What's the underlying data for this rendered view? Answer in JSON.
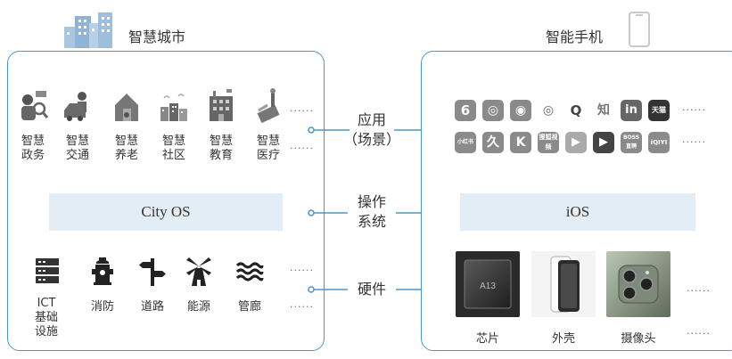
{
  "city": {
    "title": "智慧城市",
    "os_label": "City OS",
    "apps": [
      {
        "icon": "government-icon",
        "line1": "智慧",
        "line2": "政务"
      },
      {
        "icon": "traffic-icon",
        "line1": "智慧",
        "line2": "交通"
      },
      {
        "icon": "elderly-care-icon",
        "line1": "智慧",
        "line2": "养老"
      },
      {
        "icon": "community-icon",
        "line1": "智慧",
        "line2": "社区"
      },
      {
        "icon": "education-icon",
        "line1": "智慧",
        "line2": "教育"
      },
      {
        "icon": "medical-icon",
        "line1": "智慧",
        "line2": "医疗"
      }
    ],
    "hardware": [
      {
        "icon": "server-icon",
        "lines": [
          "ICT",
          "基础",
          "设施"
        ]
      },
      {
        "icon": "fire-hydrant-icon",
        "lines": [
          "消防"
        ]
      },
      {
        "icon": "road-sign-icon",
        "lines": [
          "道路"
        ]
      },
      {
        "icon": "windmill-icon",
        "lines": [
          "能源"
        ]
      },
      {
        "icon": "pipeline-icon",
        "lines": [
          "管廊"
        ]
      }
    ]
  },
  "center": {
    "application": [
      "应用",
      "（场景）"
    ],
    "os": [
      "操作",
      "系统"
    ],
    "hardware": "硬件"
  },
  "phone": {
    "title": "智能手机",
    "os_label": "iOS",
    "apps_row1": [
      {
        "icon": "netease-icon",
        "text": "6"
      },
      {
        "icon": "camera-app-icon",
        "text": "◎"
      },
      {
        "icon": "wechat-icon",
        "text": "◉"
      },
      {
        "icon": "weibo-icon",
        "text": "◎"
      },
      {
        "icon": "qq-icon",
        "text": "Q"
      },
      {
        "icon": "zhihu-icon",
        "text": "知"
      },
      {
        "icon": "linkedin-icon",
        "text": "in"
      },
      {
        "icon": "tianmao-icon",
        "text": "天猫"
      }
    ],
    "apps_row2": [
      {
        "icon": "xiaohongshu-icon",
        "text": "小红书"
      },
      {
        "icon": "keep-icon",
        "text": "久"
      },
      {
        "icon": "k-app-icon",
        "text": "K"
      },
      {
        "icon": "sohu-video-icon",
        "text": "搜狐视频"
      },
      {
        "icon": "video-player-icon",
        "text": "▶"
      },
      {
        "icon": "music-app-icon",
        "text": "▶"
      },
      {
        "icon": "boss-icon",
        "text": "BOSS直聘"
      },
      {
        "icon": "iqiyi-icon",
        "text": "iQIYI"
      }
    ],
    "hardware": [
      {
        "icon": "chip-photo",
        "label": "芯片",
        "chip_text": "A13"
      },
      {
        "icon": "shell-photo",
        "label": "外壳"
      },
      {
        "icon": "camera-photo",
        "label": "摄像头"
      }
    ]
  },
  "dots": "······"
}
